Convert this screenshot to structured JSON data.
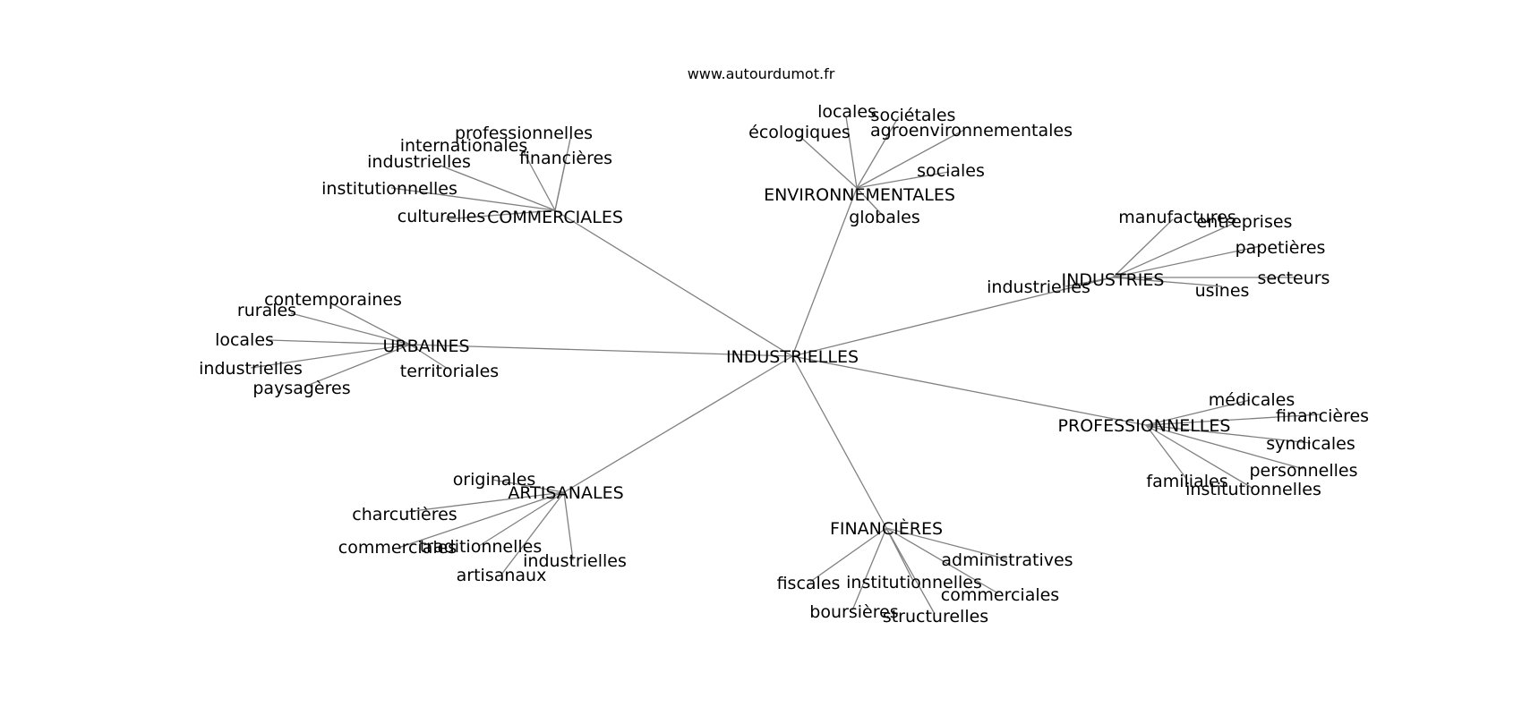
{
  "watermark": "www.autourdumot.fr",
  "graph": {
    "center": "INDUSTRIELLES",
    "hubs": [
      {
        "label": "COMMERCIALES",
        "leaves": [
          "professionnelles",
          "internationales",
          "financières",
          "industrielles",
          "institutionnelles",
          "culturelles"
        ]
      },
      {
        "label": "ENVIRONNEMENTALES",
        "leaves": [
          "locales",
          "sociétales",
          "écologiques",
          "agroenvironnementales",
          "sociales",
          "globales"
        ]
      },
      {
        "label": "INDUSTRIES",
        "leaves": [
          "manufactures",
          "entreprises",
          "papetières",
          "secteurs",
          "usines",
          "industrielles"
        ]
      },
      {
        "label": "URBAINES",
        "leaves": [
          "contemporaines",
          "rurales",
          "locales",
          "industrielles",
          "paysagères",
          "territoriales"
        ]
      },
      {
        "label": "PROFESSIONNELLES",
        "leaves": [
          "médicales",
          "financières",
          "syndicales",
          "personnelles",
          "familiales",
          "institutionnelles"
        ]
      },
      {
        "label": "ARTISANALES",
        "leaves": [
          "originales",
          "charcutières",
          "commerciales",
          "traditionnelles",
          "artisanaux",
          "industrielles"
        ]
      },
      {
        "label": "FINANCIÈRES",
        "leaves": [
          "administratives",
          "fiscales",
          "institutionnelles",
          "commerciales",
          "boursières",
          "structurelles"
        ]
      }
    ]
  }
}
